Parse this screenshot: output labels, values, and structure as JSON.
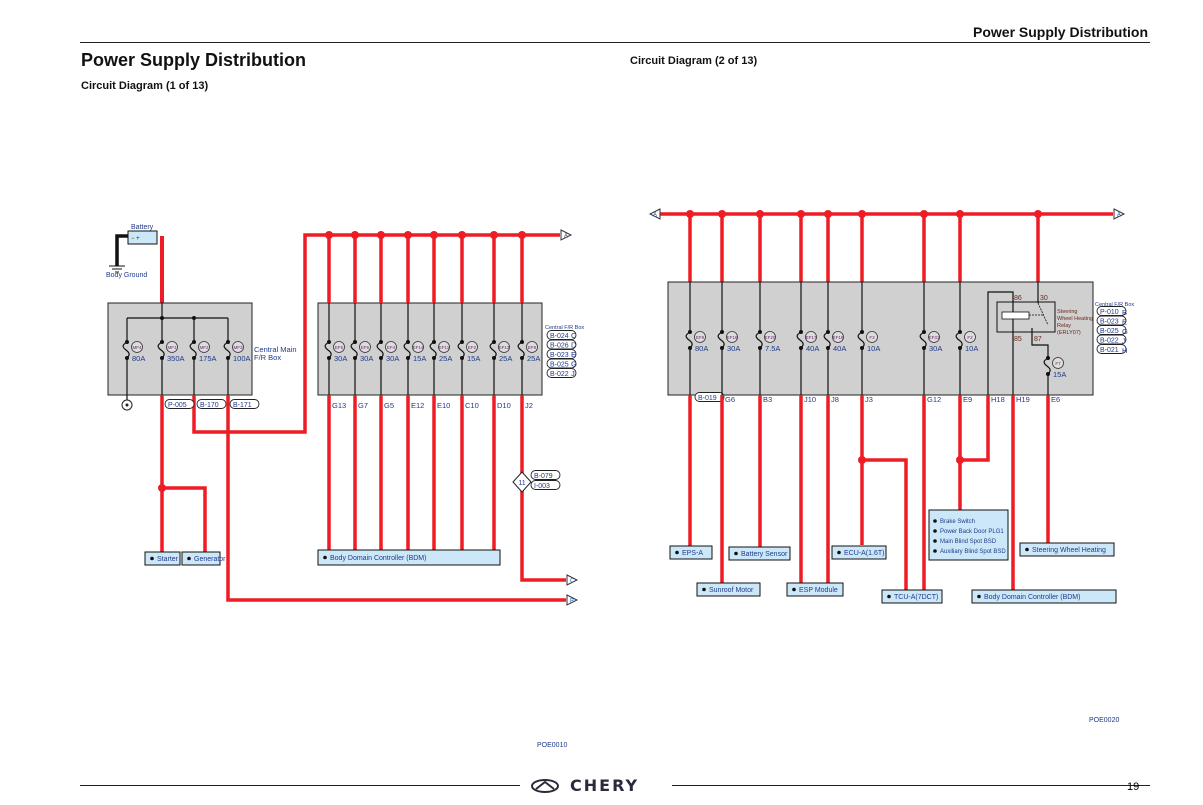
{
  "header": {
    "section_title": "Power Supply Distribution",
    "page_number": "19",
    "brand": "CHERY"
  },
  "left": {
    "title": "Power Supply Distribution",
    "subtitle": "Circuit Diagram (1 of 13)",
    "code": "POE0010",
    "battery_label": "Battery",
    "ground_label": "Body Ground",
    "main_box_label_1": "Central Main",
    "main_box_label_2": "F/R Box",
    "main_fuses": [
      {
        "id": "MF4",
        "rating": "80A"
      },
      {
        "id": "MF1",
        "rating": "350A"
      },
      {
        "id": "MF2",
        "rating": "175A"
      },
      {
        "id": "MF3",
        "rating": "100A"
      }
    ],
    "main_connectors": [
      "P-005",
      "B-170",
      "B-171"
    ],
    "fr_fuses": [
      {
        "id": "EF5",
        "rating": "30A",
        "pin": "G13"
      },
      {
        "id": "EF6",
        "rating": "30A",
        "pin": "G7"
      },
      {
        "id": "EF4",
        "rating": "30A",
        "pin": "G5"
      },
      {
        "id": "EF14",
        "rating": "15A",
        "pin": "E12"
      },
      {
        "id": "EF11",
        "rating": "25A",
        "pin": "E10"
      },
      {
        "id": "EF2",
        "rating": "15A",
        "pin": "C10"
      },
      {
        "id": "EF13",
        "rating": "25A",
        "pin": "D10"
      },
      {
        "id": "EF8",
        "rating": "25A",
        "pin": "J2"
      }
    ],
    "fr_box_title": "Central F/R Box",
    "fr_connectors": [
      {
        "id": "B-024",
        "letter": "C"
      },
      {
        "id": "B-026",
        "letter": "D"
      },
      {
        "id": "B-023",
        "letter": "E"
      },
      {
        "id": "B-025",
        "letter": "G"
      },
      {
        "id": "B-022",
        "letter": "J"
      }
    ],
    "splice_number": "11",
    "splice_connectors": [
      "B-079",
      "I-003"
    ],
    "arrow_labels": [
      "A",
      "C",
      "B"
    ],
    "components": {
      "starter": "Starter",
      "generator": "Generator",
      "bdm": "Body Domain Controller (BDM)"
    }
  },
  "right": {
    "subtitle": "Circuit Diagram (2 of 13)",
    "code": "POE0020",
    "arrow_labels": [
      "A",
      "A"
    ],
    "fuses": [
      {
        "id": "EF9",
        "rating": "80A",
        "pin": "B-019"
      },
      {
        "id": "EF16",
        "rating": "30A",
        "pin": "G6"
      },
      {
        "id": "EF20",
        "rating": "7.5A",
        "pin": "B3"
      },
      {
        "id": "EF17",
        "rating": "40A",
        "pin": "J10"
      },
      {
        "id": "EF18",
        "rating": "40A",
        "pin": "J8"
      },
      {
        "id": "F3",
        "rating": "10A",
        "pin": "J3"
      },
      {
        "id": "EF31",
        "rating": "30A",
        "pin": "G12"
      },
      {
        "id": "F2",
        "rating": "10A",
        "pin": "E9"
      }
    ],
    "relay": {
      "name_1": "Steering",
      "name_2": "Wheel Heating",
      "name_3": "Relay",
      "name_4": "(ERLY07)",
      "pins": [
        "86",
        "30",
        "85",
        "87"
      ],
      "pin_h18": "H18",
      "pin_h19": "H19"
    },
    "f7": {
      "id": "F7",
      "rating": "15A",
      "pin": "E6"
    },
    "fr_box_title": "Central F/R Box",
    "fr_connectors": [
      {
        "id": "P-010",
        "letter": "B"
      },
      {
        "id": "B-023",
        "letter": "E"
      },
      {
        "id": "B-025",
        "letter": "G"
      },
      {
        "id": "B-022",
        "letter": "J"
      },
      {
        "id": "B-021",
        "letter": "H"
      }
    ],
    "components": {
      "eps": "EPS-A",
      "sunroof": "Sunroof Motor",
      "battery_sensor": "Battery Sensor",
      "esp": "ESP Module",
      "ecu": "ECU-A(1.6T)",
      "tcu": "TCU-A(7DCT)",
      "list": [
        "Brake Switch",
        "Power Back Door PLG1",
        "Main Blind Spot BSD",
        "Auxiliary Blind Spot BSD"
      ],
      "swh": "Steering Wheel Heating",
      "bdm": "Body Domain Controller (BDM)"
    }
  },
  "colors": {
    "wire": "#ee1c25",
    "box": "#d0d0d0",
    "component": "#cce8f8",
    "label_blue": "#1f3a8a",
    "accent_red": "#c0282d"
  }
}
